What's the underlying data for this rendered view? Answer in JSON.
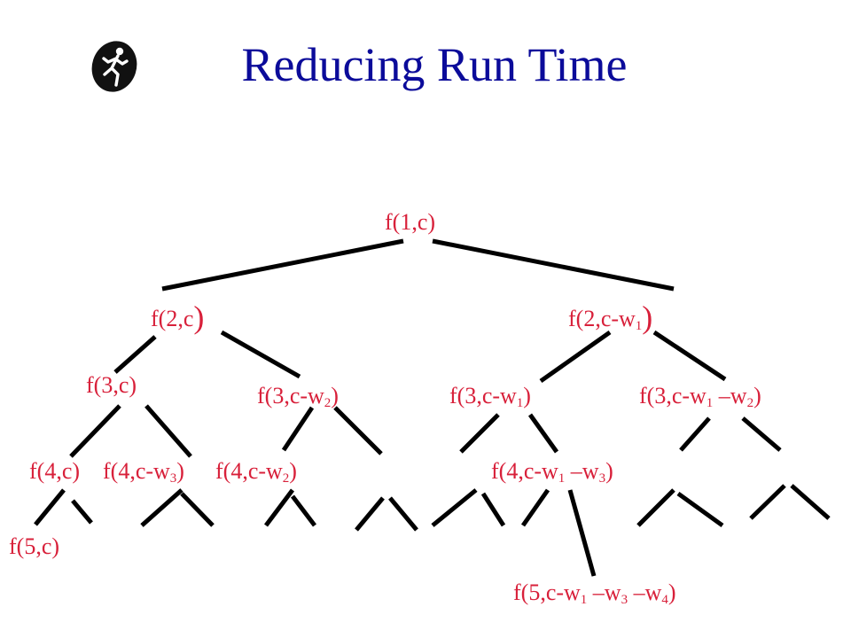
{
  "slide": {
    "title": "Reducing Run Time",
    "title_color": "#0b0b9a",
    "node_color": "#d8203a",
    "edge_color": "#000000",
    "logo_icon": "runner-icon"
  },
  "nodes": [
    {
      "id": "n-1c",
      "parts": [
        {
          "t": "f(1,c)"
        }
      ]
    },
    {
      "id": "n-2c",
      "parts": [
        {
          "t": "f(2,c"
        },
        {
          "big": ")"
        }
      ]
    },
    {
      "id": "n-2cw1",
      "parts": [
        {
          "t": "f(2,c-w"
        },
        {
          "sub": "1"
        },
        {
          "big": ")"
        }
      ]
    },
    {
      "id": "n-3c",
      "parts": [
        {
          "t": "f(3,c)"
        }
      ]
    },
    {
      "id": "n-3cw2",
      "parts": [
        {
          "t": "f(3,c-w"
        },
        {
          "sub": "2"
        },
        {
          "t": ")"
        }
      ]
    },
    {
      "id": "n-3cw1",
      "parts": [
        {
          "t": "f(3,c-w"
        },
        {
          "sub": "1"
        },
        {
          "t": ")"
        }
      ]
    },
    {
      "id": "n-3cw1w2",
      "parts": [
        {
          "t": "f(3,c-w"
        },
        {
          "sub": "1"
        },
        {
          "t": " –w"
        },
        {
          "sub": "2"
        },
        {
          "t": ")"
        }
      ]
    },
    {
      "id": "n-4c",
      "parts": [
        {
          "t": "f(4,c)"
        }
      ]
    },
    {
      "id": "n-4cw3",
      "parts": [
        {
          "t": "f(4,c-w"
        },
        {
          "sub": "3"
        },
        {
          "t": ")"
        }
      ]
    },
    {
      "id": "n-4cw2",
      "parts": [
        {
          "t": "f(4,c-w"
        },
        {
          "sub": "2"
        },
        {
          "t": ")"
        }
      ]
    },
    {
      "id": "n-4cw1w3",
      "parts": [
        {
          "t": "f(4,c-w"
        },
        {
          "sub": "1"
        },
        {
          "t": " –w"
        },
        {
          "sub": "3"
        },
        {
          "t": ")"
        }
      ]
    },
    {
      "id": "n-5c",
      "parts": [
        {
          "t": "f(5,c)"
        }
      ]
    },
    {
      "id": "n-5cw1w3w4",
      "parts": [
        {
          "t": "f(5,c-w"
        },
        {
          "sub": "1"
        },
        {
          "t": " –w"
        },
        {
          "sub": "3"
        },
        {
          "t": " –w"
        },
        {
          "sub": "4"
        },
        {
          "t": ")"
        }
      ]
    }
  ]
}
